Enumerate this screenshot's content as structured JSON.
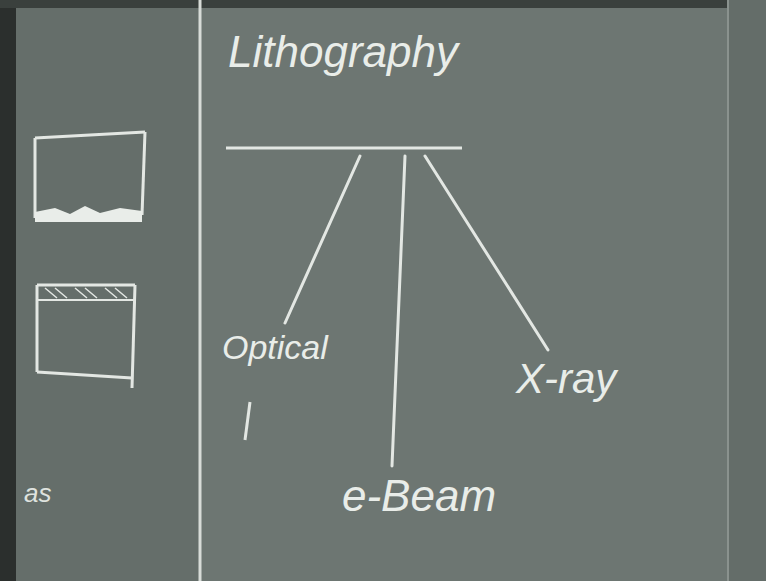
{
  "diagram": {
    "nodes": [
      {
        "text": [
          "Lithography"
        ]
      },
      {
        "text": [
          "Optical"
        ]
      },
      {
        "text": [
          "e-Beam"
        ]
      },
      {
        "text": [
          "X-ray"
        ]
      }
    ],
    "edges": [
      {
        "from": 0,
        "to": 1,
        "arrow": "none"
      },
      {
        "from": 0,
        "to": 2,
        "arrow": "none"
      },
      {
        "from": 0,
        "to": 3,
        "arrow": "none"
      }
    ],
    "labels": [
      "as"
    ]
  }
}
